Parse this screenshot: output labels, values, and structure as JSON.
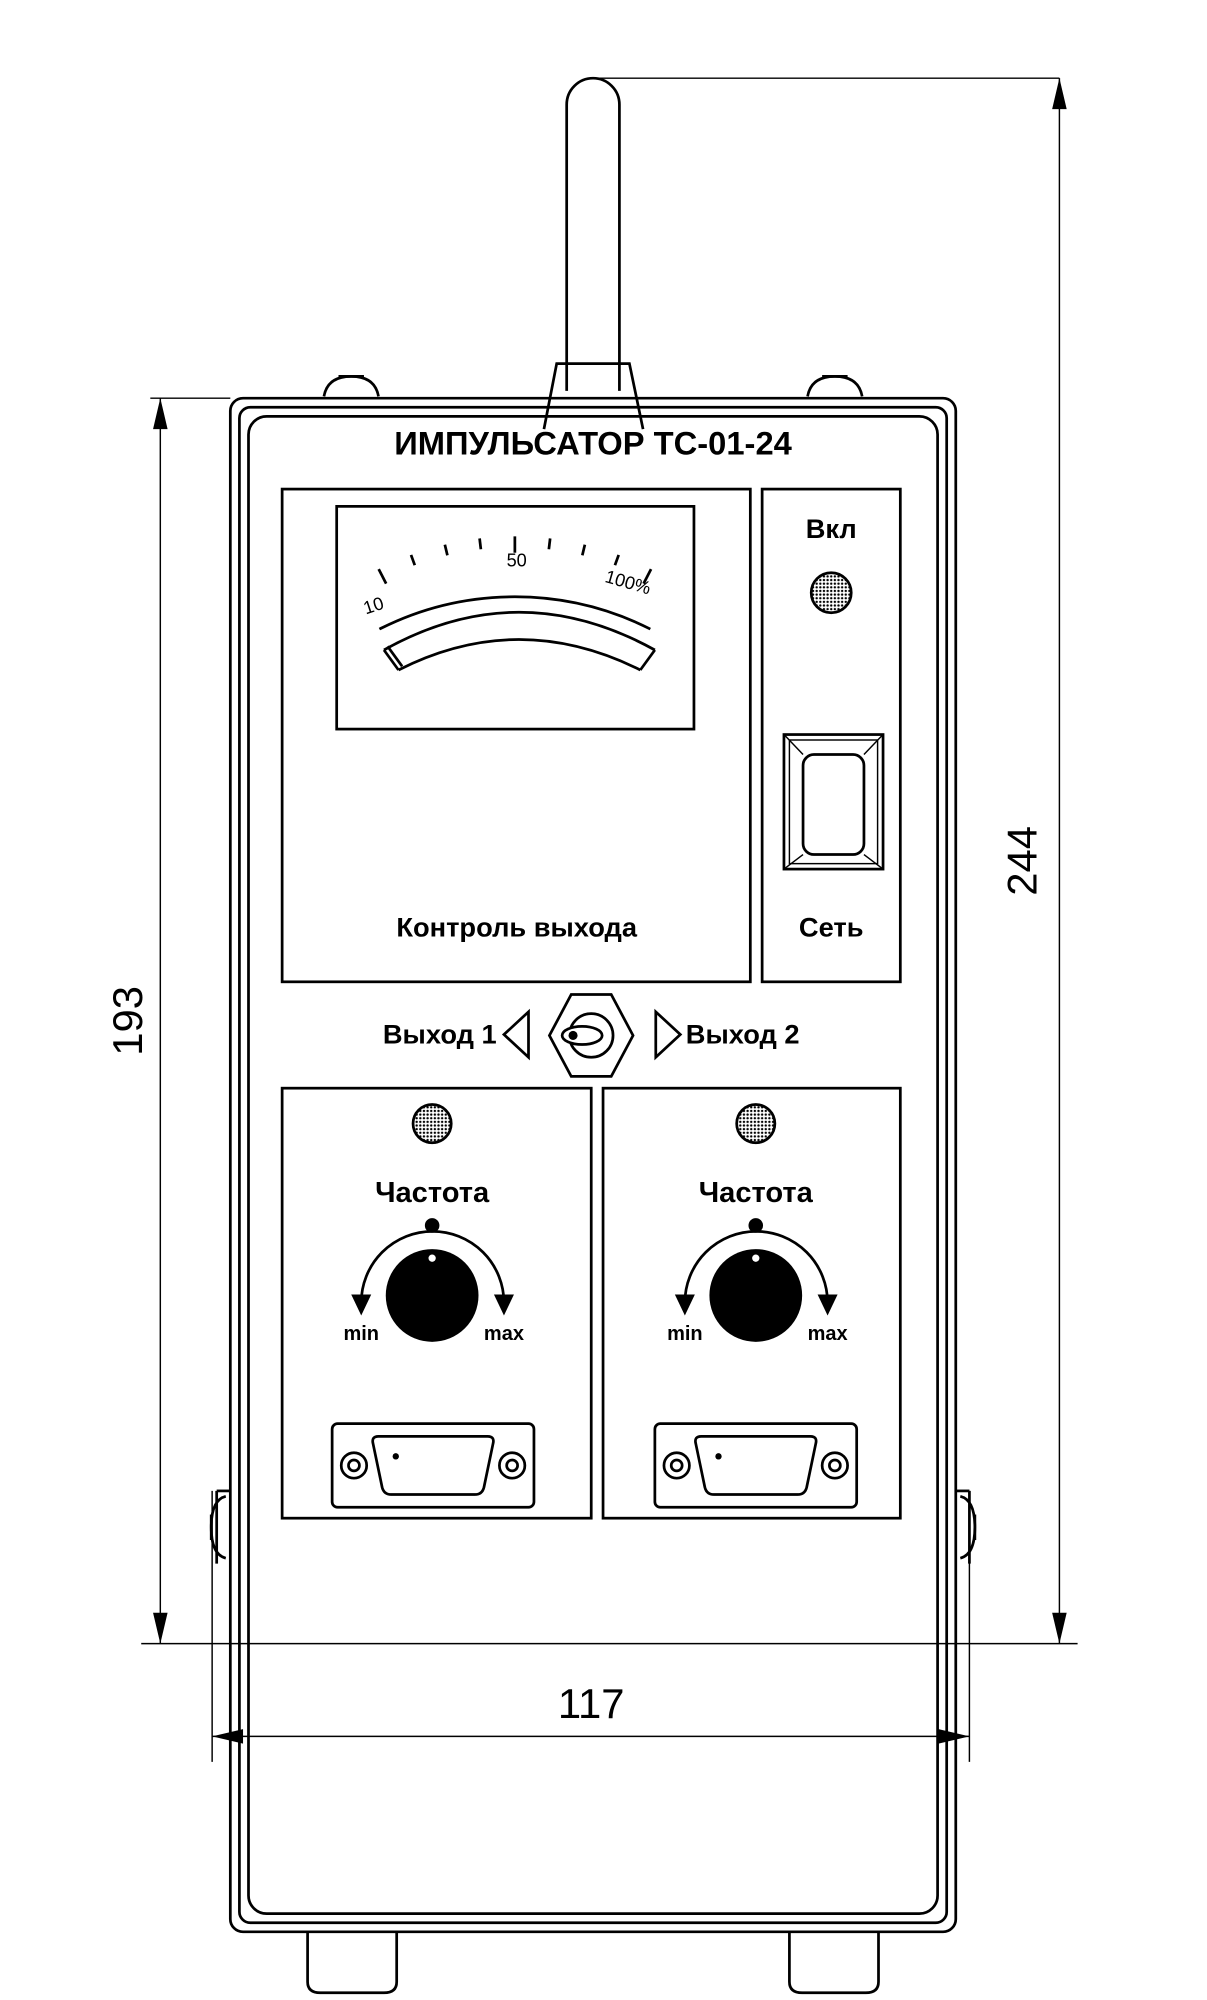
{
  "title": "ИМПУЛЬСАТОР ТС-01-24",
  "meter": {
    "scale_labels": [
      "10",
      "50",
      "100%"
    ],
    "caption": "Контроль выхода",
    "needle_percent": 10
  },
  "power": {
    "indicator_label": "Вкл",
    "switch_label": "Сеть"
  },
  "output_selector": {
    "left_label": "Выход 1",
    "right_label": "Выход 2"
  },
  "channels": [
    {
      "frequency_label": "Частота",
      "min_label": "min",
      "max_label": "max"
    },
    {
      "frequency_label": "Частота",
      "min_label": "min",
      "max_label": "max"
    }
  ],
  "dimensions": {
    "total_height": "244",
    "body_height": "193",
    "width": "117"
  },
  "colors": {
    "stroke": "#000000",
    "background": "#ffffff",
    "led": "#888888"
  }
}
